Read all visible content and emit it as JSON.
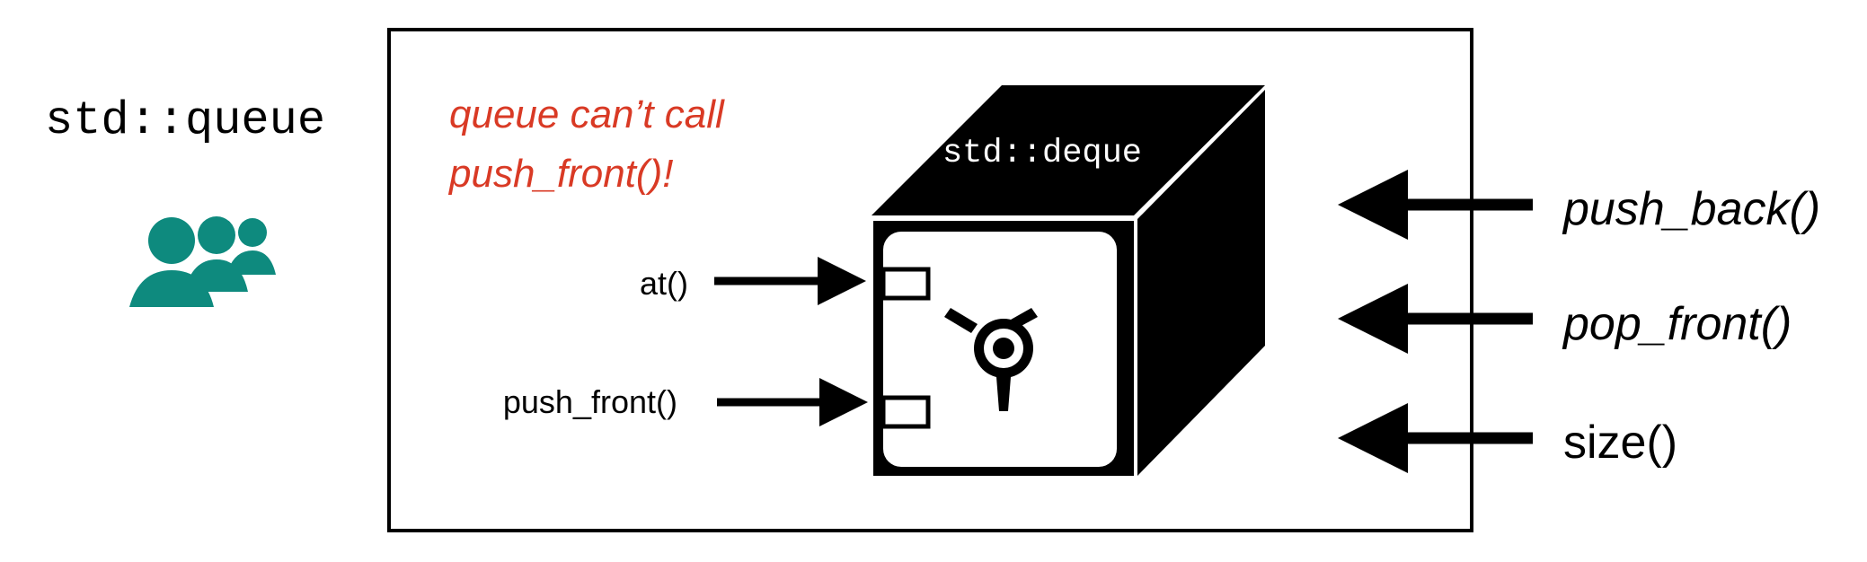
{
  "adapter": {
    "label": "std::queue",
    "icon": "people-group-icon"
  },
  "container": {
    "label": "std::deque",
    "icon": "safe-icon"
  },
  "warning": {
    "line1": "queue can’t call",
    "line2": "push_front()!"
  },
  "blocked_methods": [
    {
      "label": "at()"
    },
    {
      "label": "push_front()"
    }
  ],
  "allowed_methods": [
    {
      "label": "push_back()",
      "italic": true
    },
    {
      "label": "pop_front()",
      "italic": true
    },
    {
      "label": "size()",
      "italic": false
    }
  ],
  "colors": {
    "icon": "#0e8a7e",
    "warning": "#d93a25",
    "ink": "#000000"
  }
}
